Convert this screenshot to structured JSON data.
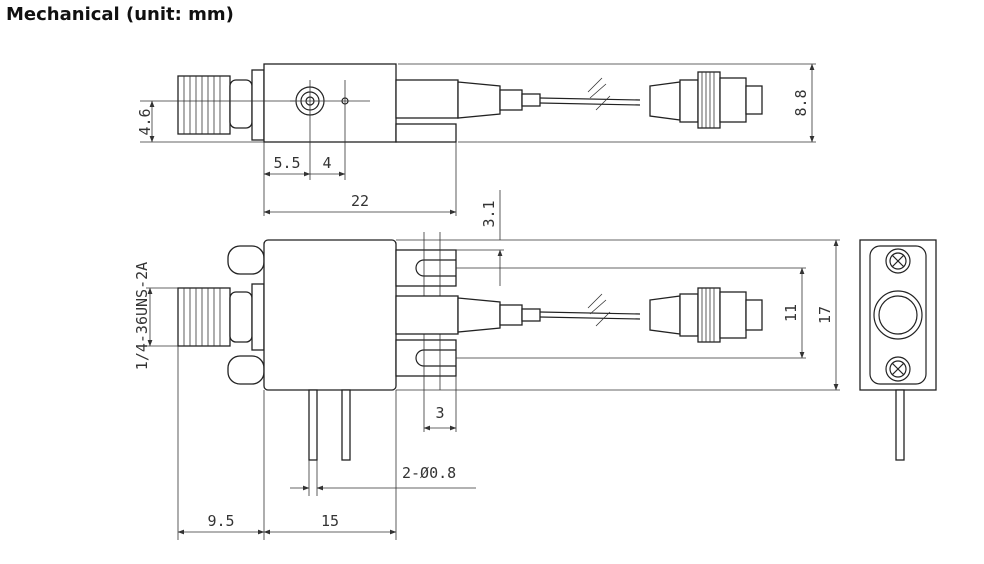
{
  "title": "Mechanical (unit: mm)",
  "dimensions": {
    "d_4_6": "4.6",
    "d_5_5": "5.5",
    "d_4": "4",
    "d_22": "22",
    "d_8_8": "8.8",
    "d_3_1": "3.1",
    "thread": "1/4-36UNS-2A",
    "d_11": "11",
    "d_17": "17",
    "d_3": "3",
    "pins": "2-Ø0.8",
    "d_9_5": "9.5",
    "d_15": "15"
  }
}
